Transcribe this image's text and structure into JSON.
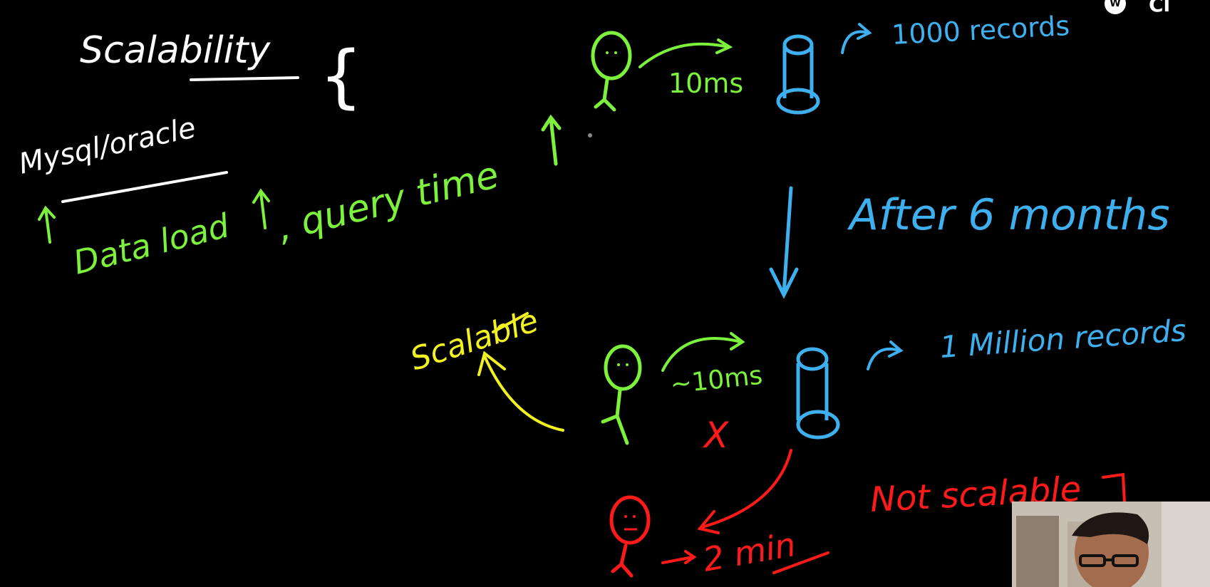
{
  "colors": {
    "background": "#000000",
    "white": "#ffffff",
    "green": "#7cf23d",
    "blue": "#3fb0ef",
    "yellow": "#f3f221",
    "red": "#ff1a1a"
  },
  "notes": {
    "title": "Scalability",
    "brace": "{",
    "db_examples": "Mysql/oracle",
    "data_load": "Data load",
    "query_time": ", query time",
    "latency_fast": "10ms",
    "records_small": "1000 records",
    "after_time": "After 6 months",
    "latency_same": "~10ms",
    "records_large": "1 Million records",
    "scalable": "Scalable",
    "cross_mark": "X",
    "not_scalable": "Not scalable",
    "latency_slow": "2 min"
  },
  "overlay": {
    "logo_letter": "W",
    "logo_text": "Cl",
    "webcam": "presenter webcam"
  }
}
